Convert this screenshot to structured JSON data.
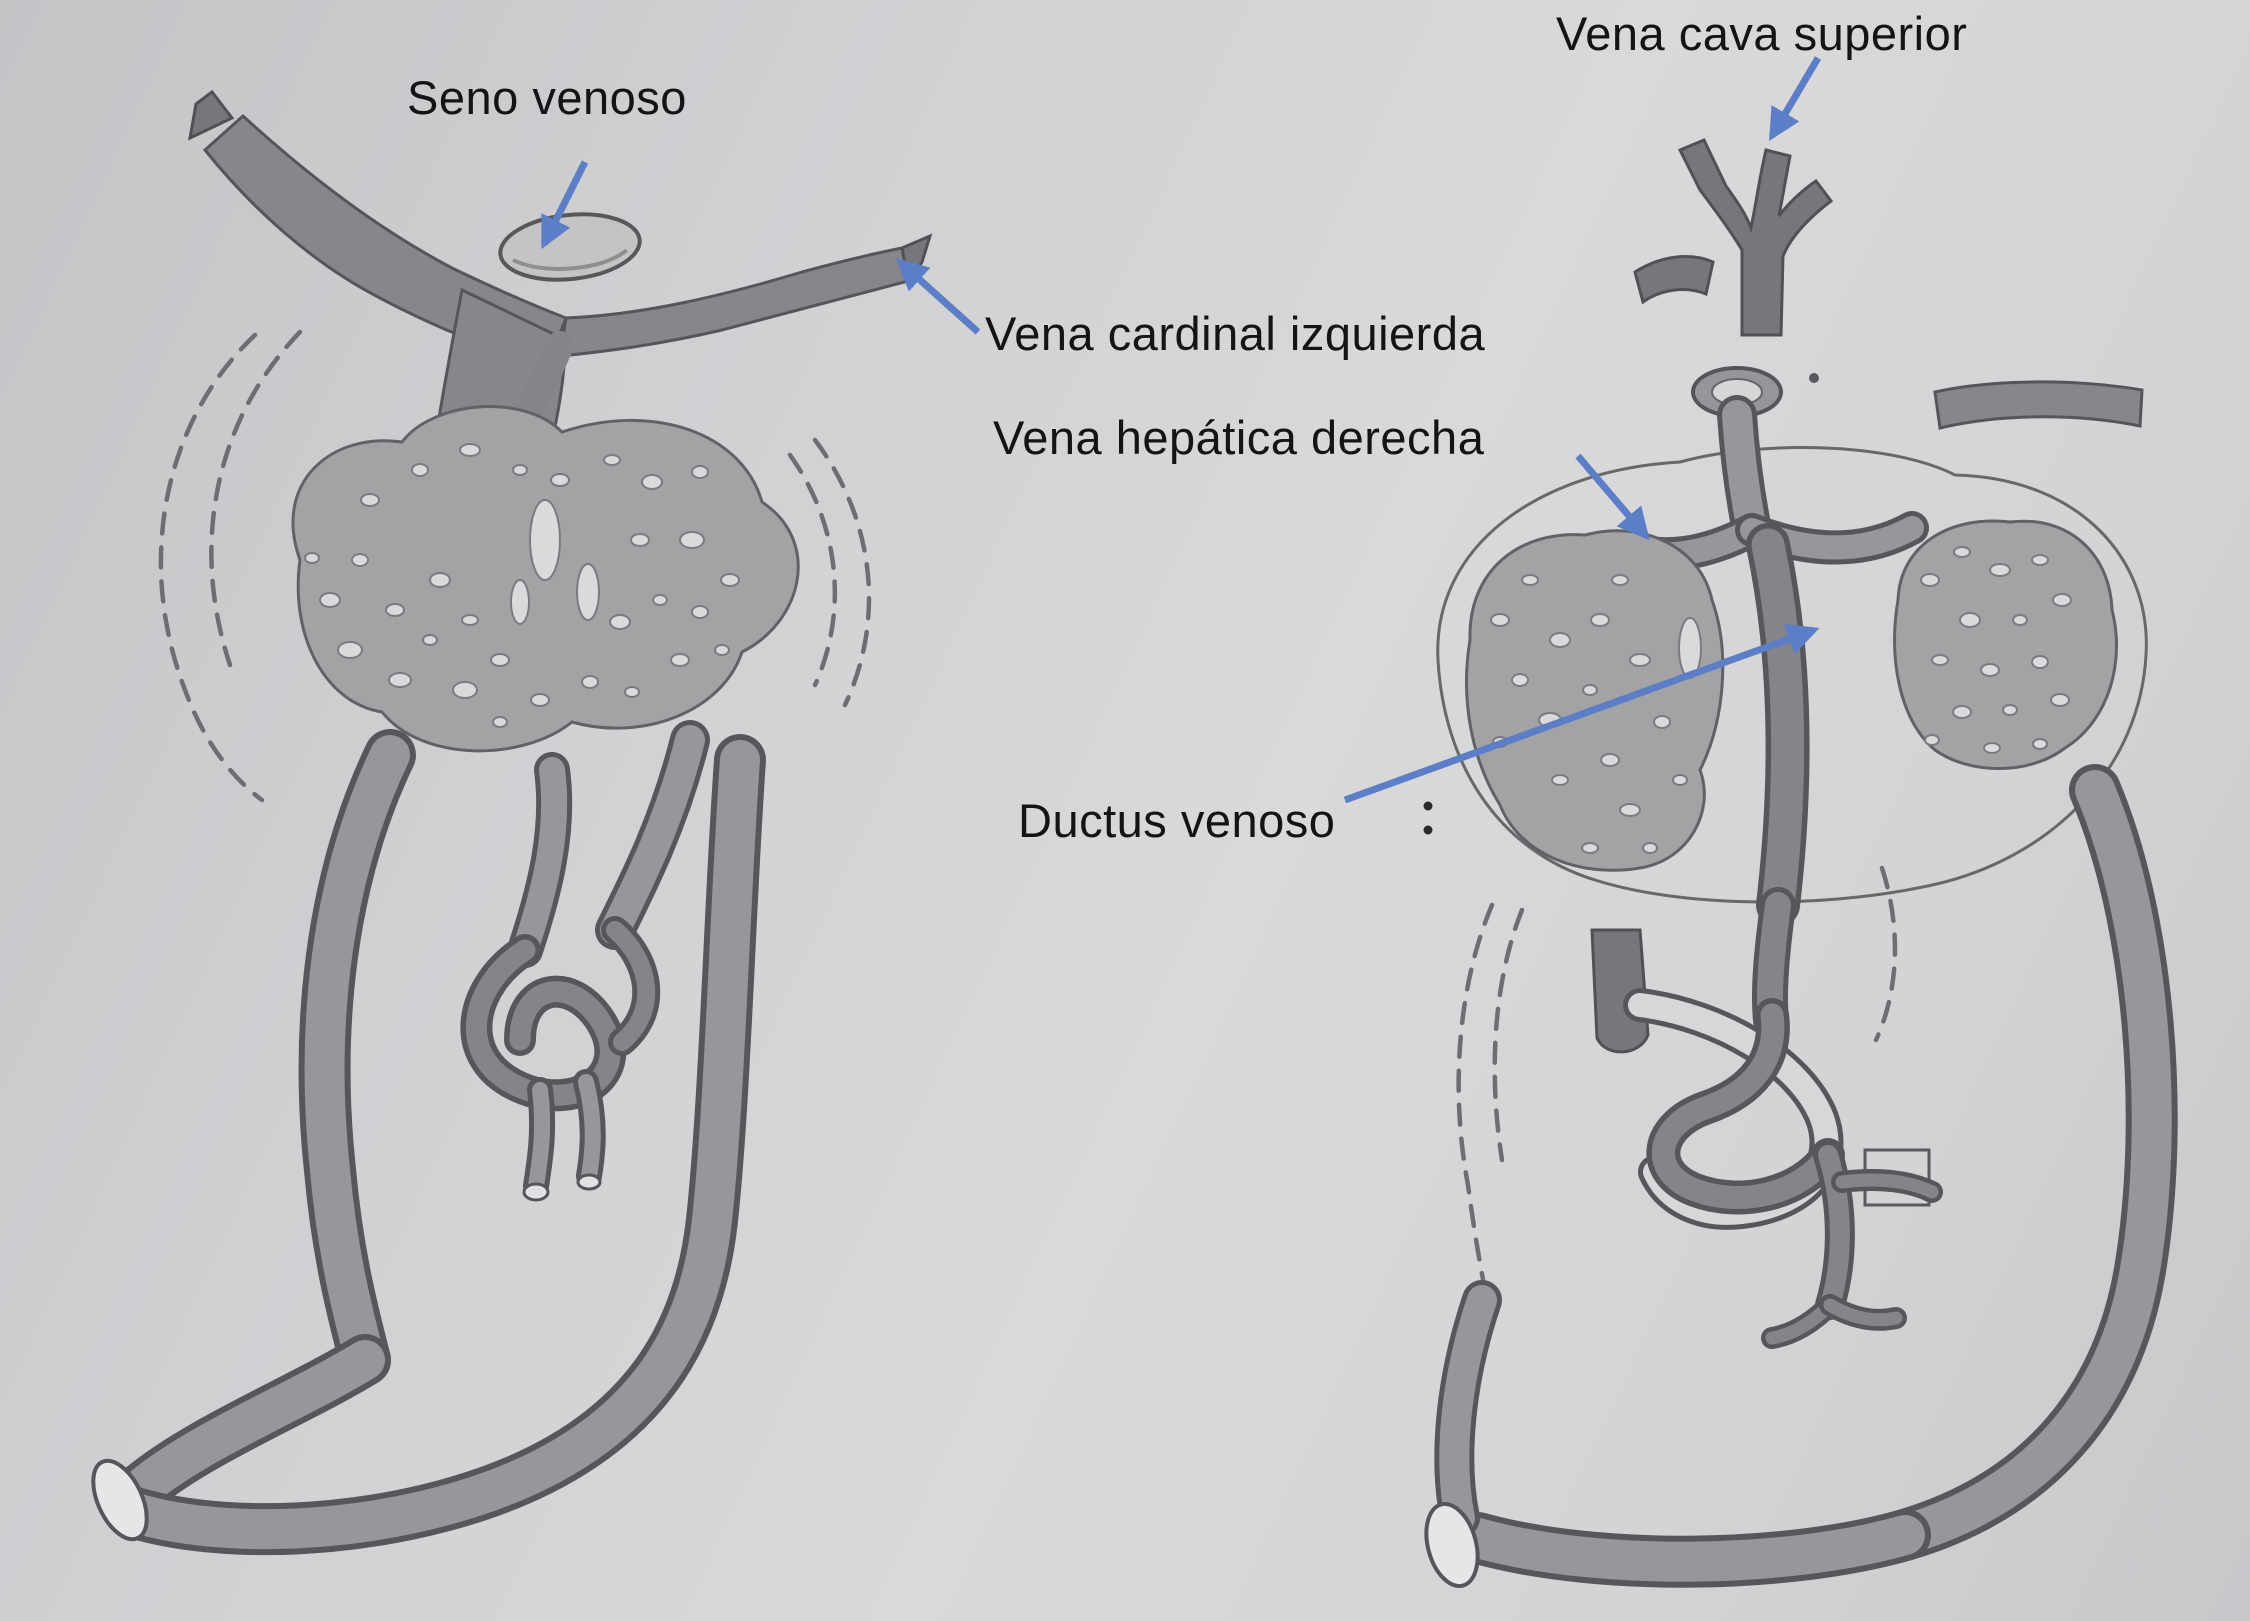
{
  "diagram": {
    "paper_color": "#d3d3d5",
    "arrow_color": "#5b7ec7",
    "pencil_color": "#8a8a8d",
    "labels": {
      "seno_venoso": "Seno venoso",
      "vena_cava_superior": "Vena cava superior",
      "vena_cardinal_izquierda": "Vena cardinal izquierda",
      "vena_hepatica_derecha": "Vena hepática derecha",
      "ductus_venoso": "Ductus venoso"
    }
  }
}
